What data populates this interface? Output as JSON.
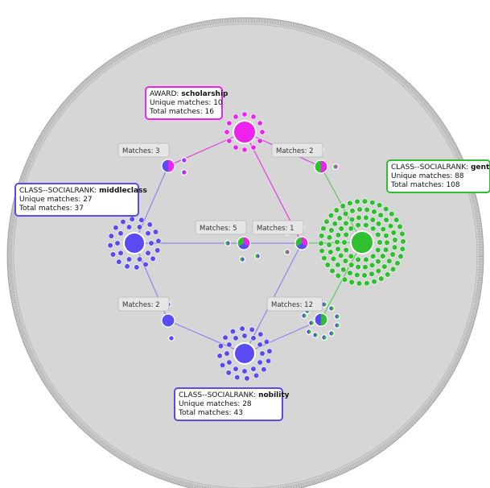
{
  "colors": {
    "award": "#ee22ee",
    "middleclass": "#5a4af2",
    "gentry": "#2fbf2f",
    "nobility": "#5a4af2",
    "edge_award": "#e040e0",
    "edge_purple": "#8c86ee",
    "edge_green": "#5fc85f",
    "ring_fill": "#d6d6d6",
    "match_box": "#e6e6e6"
  },
  "categories": [
    {
      "id": "award",
      "prefix": "AWARD: ",
      "name": "scholarship",
      "unique": "Unique matches: 10",
      "total": "Total matches: 16"
    },
    {
      "id": "middleclass",
      "prefix": "CLASS--SOCIALRANK: ",
      "name": "middleclass",
      "unique": "Unique matches: 27",
      "total": "Total matches: 37"
    },
    {
      "id": "gentry",
      "prefix": "CLASS--SOCIALRANK: ",
      "name": "gentry",
      "unique": "Unique matches: 88",
      "total": "Total matches: 108"
    },
    {
      "id": "nobility",
      "prefix": "CLASS--SOCIALRANK: ",
      "name": "nobility",
      "unique": "Unique matches: 28",
      "total": "Total matches: 43"
    }
  ],
  "matches": [
    {
      "id": "award-middle",
      "label": "Matches: 3"
    },
    {
      "id": "award-gentry",
      "label": "Matches: 2"
    },
    {
      "id": "middle-gentry",
      "label": "Matches: 5"
    },
    {
      "id": "award-nobility",
      "label": "Matches: 1"
    },
    {
      "id": "middle-nobility",
      "label": "Matches: 2"
    },
    {
      "id": "gentry-nobility",
      "label": "Matches: 12"
    }
  ]
}
